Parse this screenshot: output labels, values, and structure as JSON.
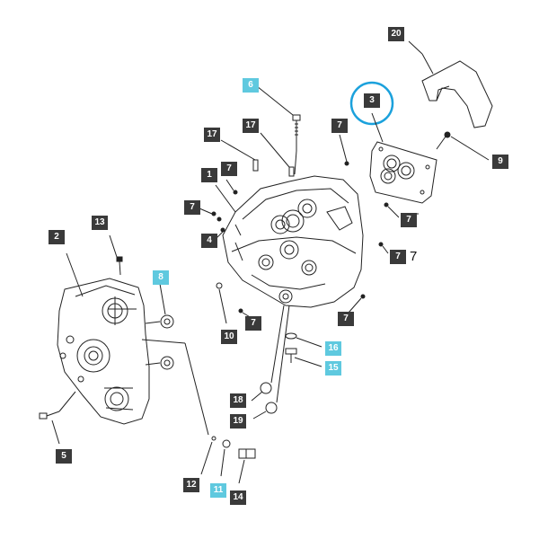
{
  "diagram": {
    "highlight_color": "#1ba1dc",
    "callout_dark_color": "#3a3a3a",
    "callout_cyan_color": "#5fc9df",
    "loose_label": "7",
    "callouts": [
      {
        "id": "c20",
        "label": "20",
        "style": "dark"
      },
      {
        "id": "c6",
        "label": "6",
        "style": "cyan"
      },
      {
        "id": "c3",
        "label": "3",
        "style": "dark"
      },
      {
        "id": "c17a",
        "label": "17",
        "style": "dark"
      },
      {
        "id": "c17b",
        "label": "17",
        "style": "dark"
      },
      {
        "id": "c7a",
        "label": "7",
        "style": "dark"
      },
      {
        "id": "c1",
        "label": "1",
        "style": "dark"
      },
      {
        "id": "c7b",
        "label": "7",
        "style": "dark"
      },
      {
        "id": "c9",
        "label": "9",
        "style": "dark"
      },
      {
        "id": "c7c",
        "label": "7",
        "style": "dark"
      },
      {
        "id": "c7d",
        "label": "7",
        "style": "dark"
      },
      {
        "id": "c13",
        "label": "13",
        "style": "dark"
      },
      {
        "id": "c2",
        "label": "2",
        "style": "dark"
      },
      {
        "id": "c4",
        "label": "4",
        "style": "dark"
      },
      {
        "id": "c7e",
        "label": "7",
        "style": "dark"
      },
      {
        "id": "c8",
        "label": "8",
        "style": "cyan"
      },
      {
        "id": "c7f",
        "label": "7",
        "style": "dark"
      },
      {
        "id": "c10",
        "label": "10",
        "style": "dark"
      },
      {
        "id": "c7g",
        "label": "7",
        "style": "dark"
      },
      {
        "id": "c16",
        "label": "16",
        "style": "cyan"
      },
      {
        "id": "c15",
        "label": "15",
        "style": "cyan"
      },
      {
        "id": "c18",
        "label": "18",
        "style": "dark"
      },
      {
        "id": "c19",
        "label": "19",
        "style": "dark"
      },
      {
        "id": "c5",
        "label": "5",
        "style": "dark"
      },
      {
        "id": "c12",
        "label": "12",
        "style": "dark"
      },
      {
        "id": "c11",
        "label": "11",
        "style": "cyan"
      },
      {
        "id": "c14",
        "label": "14",
        "style": "dark"
      }
    ]
  }
}
